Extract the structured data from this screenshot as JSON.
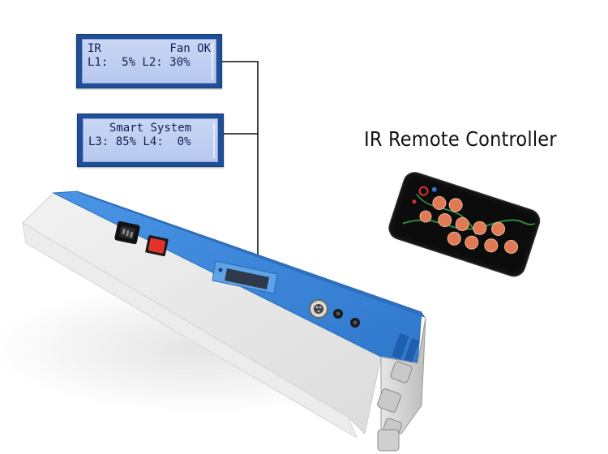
{
  "lcd_top": {
    "row1_left": "IR",
    "row1_right": "Fan OK",
    "row2": "L1:  5% L2: 30%"
  },
  "lcd_bottom": {
    "row1": "Smart System",
    "row2": "L3: 85% L4:  0%"
  },
  "remote": {
    "title": "IR Remote Controller"
  },
  "colors": {
    "housing_blue": "#3d86d8",
    "lcd_frame": "#1f4f98",
    "lcd_screen": "#c0cff1",
    "remote_body": "#111111",
    "remote_button": "#e07a55",
    "power_switch": "#e0342a"
  }
}
